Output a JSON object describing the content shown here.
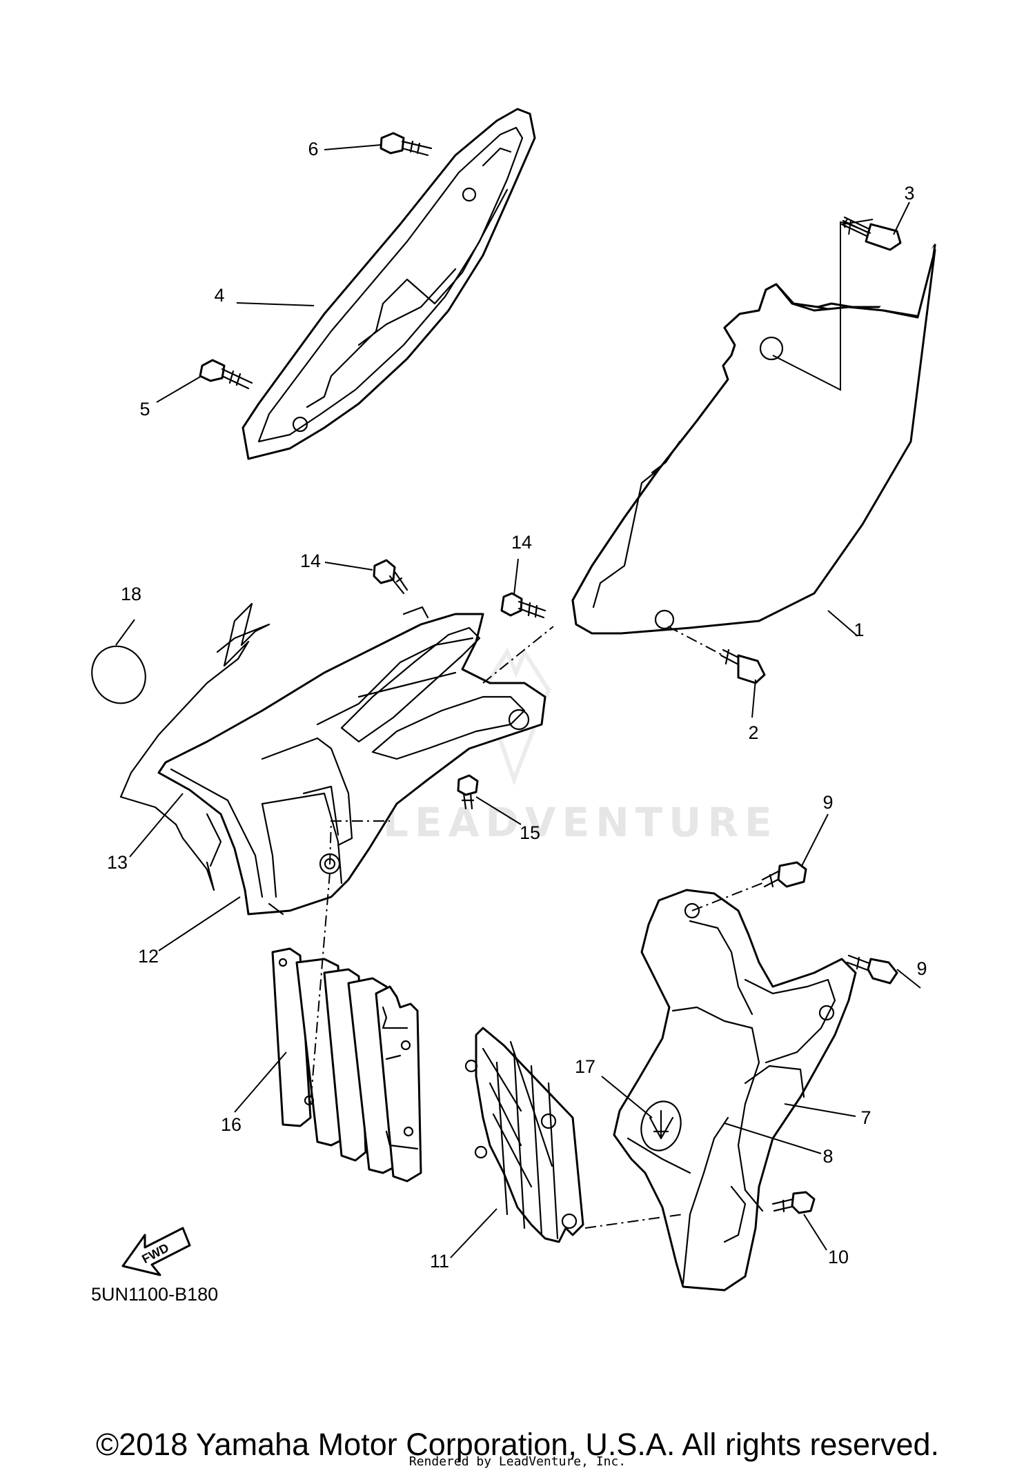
{
  "watermark": "LEADVENTURE",
  "diagram_code": "5UN1100-B180",
  "fwd_label": "FWD",
  "callouts": [
    "1",
    "2",
    "3",
    "4",
    "5",
    "6",
    "7",
    "8",
    "9",
    "9",
    "10",
    "11",
    "12",
    "13",
    "14",
    "14",
    "15",
    "16",
    "17",
    "18"
  ],
  "copyright": "©2018 Yamaha Motor Corporation, U.S.A. All rights reserved.",
  "rendered_by": "Rendered by LeadVenture, Inc."
}
